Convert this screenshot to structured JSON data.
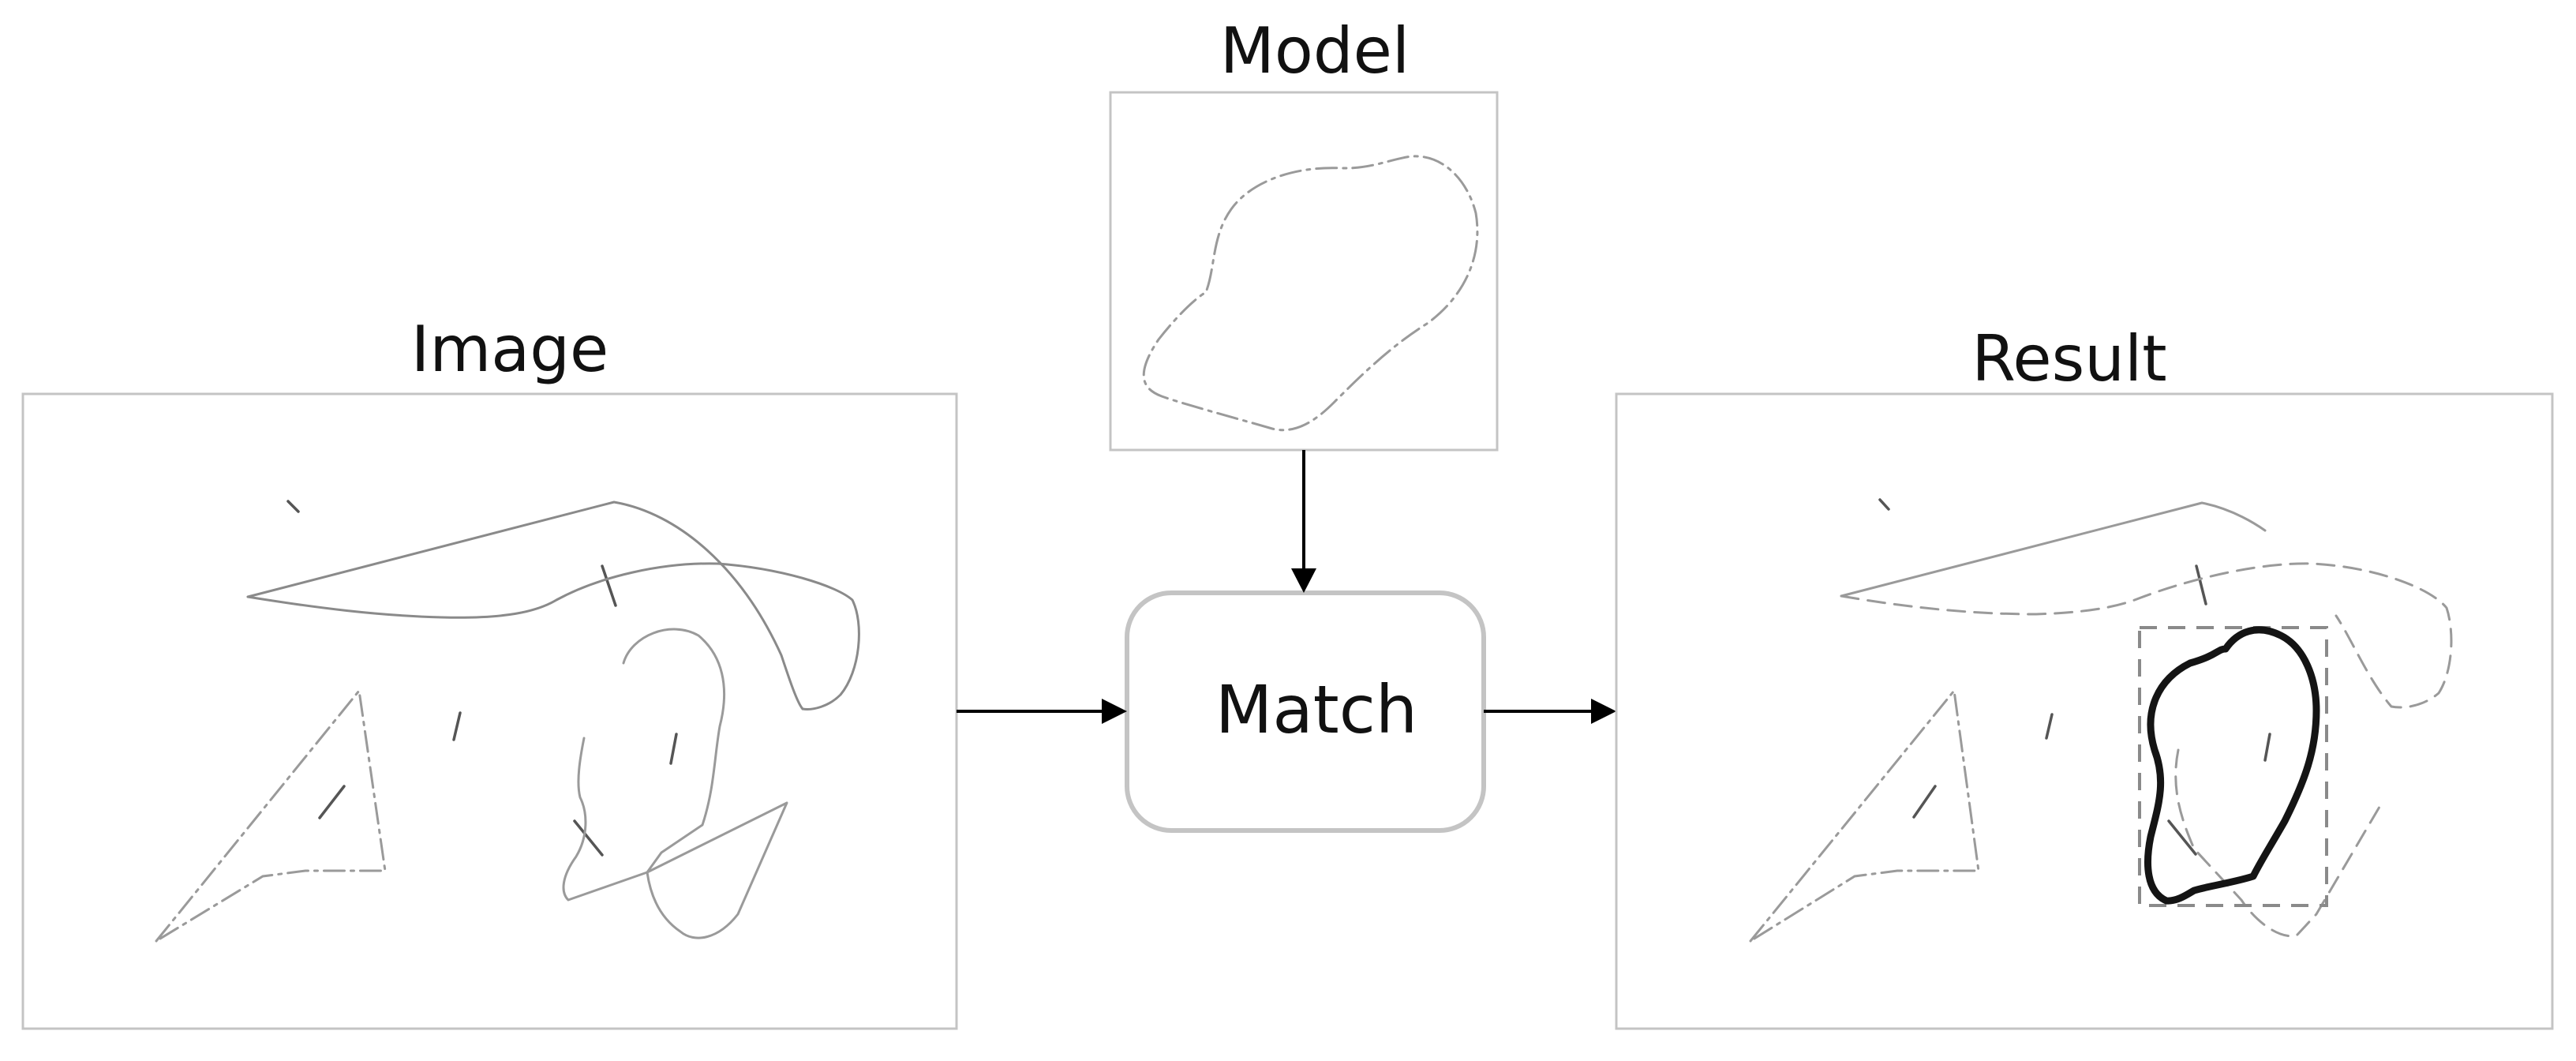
{
  "labels": {
    "model": "Model",
    "image": "Image",
    "result": "Result",
    "match": "Match"
  },
  "colors": {
    "frame": "#c4c4c4",
    "sketch": "#8a8a8a",
    "match_outline": "#141414",
    "arrow": "#000000"
  }
}
